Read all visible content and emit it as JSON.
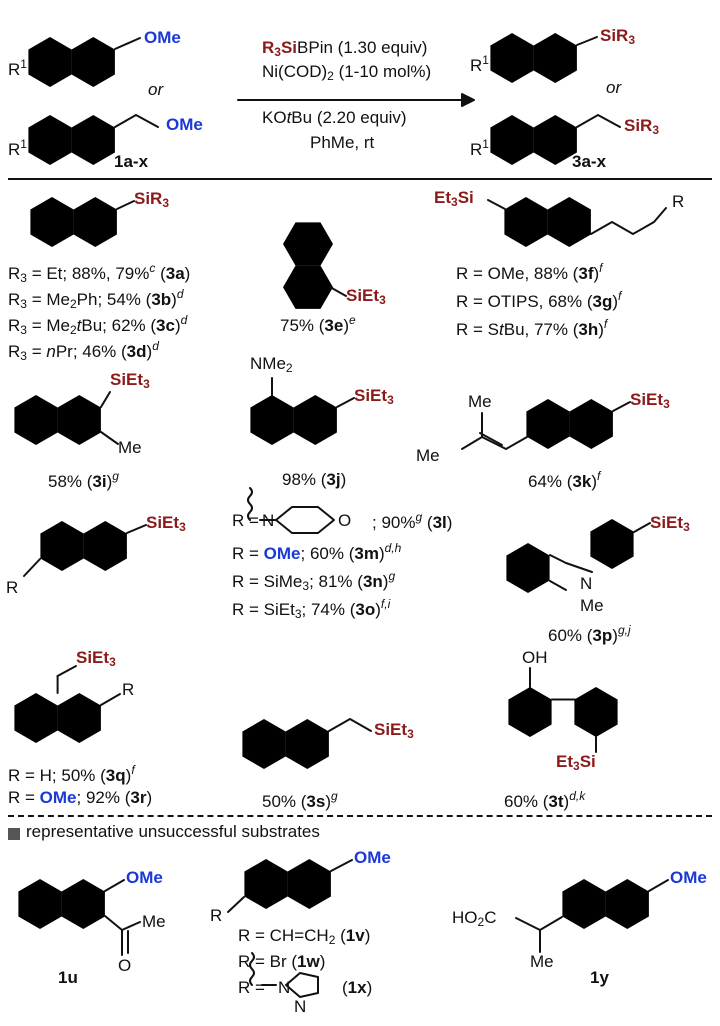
{
  "header": {
    "r1_label": "R",
    "ome": "OMe",
    "or": "or",
    "sm_label": "1a-x",
    "reagent1_a": "R",
    "reagent1_b": "SiBPin (1.30 equiv)",
    "reagent2": "Ni(COD)",
    "reagent2_b": " (1-10 mol%)",
    "reagent3": "KO",
    "reagent3_b": "t",
    "reagent3_c": "Bu (2.20 equiv)",
    "reagent4": "PhMe, rt",
    "sir3": "SiR",
    "prod_label": "3a-x"
  },
  "entries": {
    "e3a": "R3 = Et; 88%, 79%c (3a)",
    "e3b": "R3 = Me2Ph; 54% (3b)d",
    "e3c": "R3 = Me2tBu; 62% (3c)d",
    "e3d": "R3 = nPr; 46% (3d)d",
    "e3e": "75% (3e)e",
    "e3f": "R = OMe, 88% (3f)f",
    "e3g": "R = OTIPS, 68% (3g)f",
    "e3h": "R = StBu, 77% (3h)f",
    "e3i": "58% (3i)g",
    "e3j": "98% (3j)",
    "e3k": "64% (3k)f",
    "e3l": "; 90%g (3l)",
    "e3m": "R = OMe; 60% (3m)d,h",
    "e3n": "R = SiMe3; 81% (3n)g",
    "e3o": "R = SiEt3; 74% (3o)f,i",
    "e3p": "60% (3p)g,j",
    "e3q": "R = H; 50% (3q)f",
    "e3r": "R = OMe; 92% (3r)",
    "e3s": "50% (3s)g",
    "e3t": "60% (3t)d,k"
  },
  "unsuccessful": {
    "heading": "representative unsuccessful substrates",
    "u": "1u",
    "v": "R = CH=CH2 (1v)",
    "w": "R = Br (1w)",
    "x": "(1x)",
    "y": "1y"
  },
  "colors": {
    "silyl": "#8b1b1b",
    "methoxy": "#1a39d6"
  }
}
